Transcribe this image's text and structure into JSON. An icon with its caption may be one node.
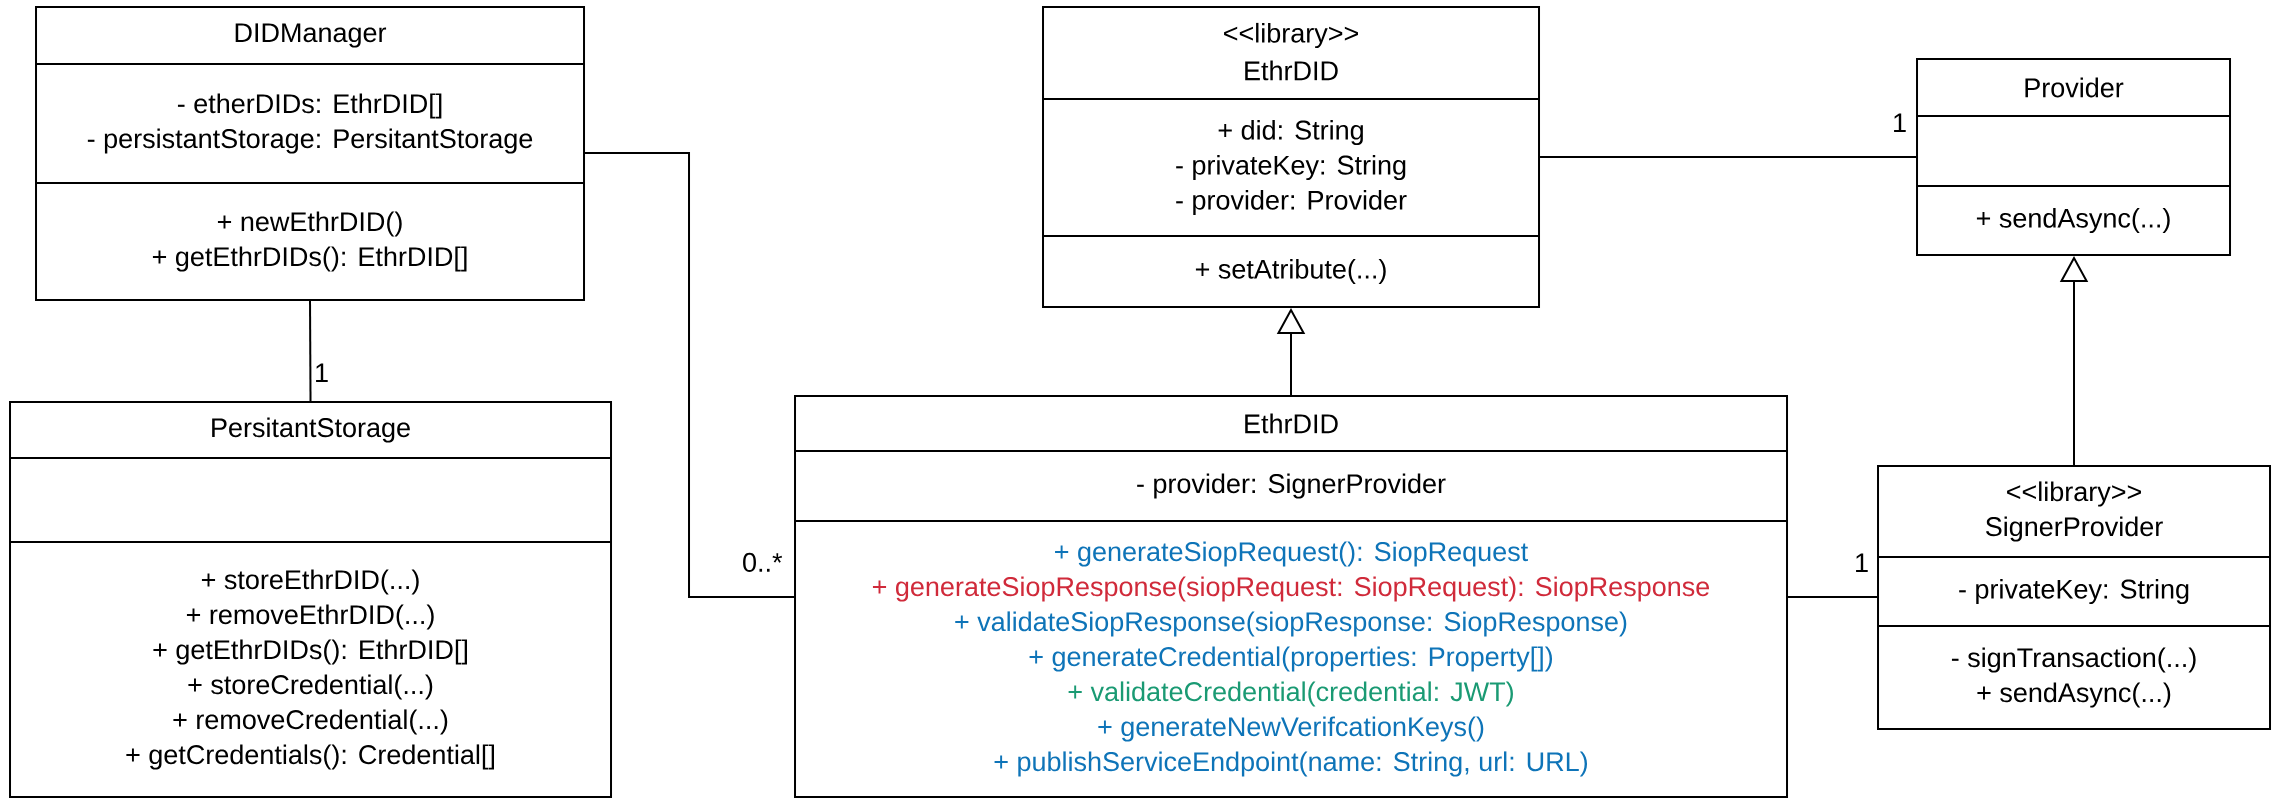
{
  "diagram": {
    "nodes": [
      {
        "text": [
          "DIDManager",
          "- etherDIDs: EthrDID[]",
          "- persistantStorage: PersitantStorage",
          "+ newEthrDID()",
          "+ getEthrDIDs(): EthrDID[]"
        ]
      },
      {
        "text": [
          "<<library>>",
          "EthrDID",
          "+ did: String",
          "- privateKey: String",
          "- provider: Provider",
          "+ setAtribute(...)"
        ]
      },
      {
        "text": [
          "Provider",
          "+ sendAsync(...)"
        ]
      },
      {
        "text": [
          "PersitantStorage",
          "+ storeEthrDID(...)",
          "+ removeEthrDID(...)",
          "+ getEthrDIDs(): EthrDID[]",
          "+ storeCredential(...)",
          "+ removeCredential(...)",
          "+ getCredentials(): Credential[]"
        ]
      },
      {
        "text": [
          "EthrDID",
          "- provider: SignerProvider",
          "+ generateSiopRequest(): SiopRequest",
          "+ generateSiopResponse(siopRequest: SiopRequest): SiopResponse",
          "+ validateSiopResponse(siopResponse: SiopResponse)",
          "+ generateCredential(properties: Property[])",
          "+ validateCredential(credential: JWT)",
          "+ generateNewVerifcationKeys()",
          "+ publishServiceEndpoint(name: String, url: URL)"
        ]
      },
      {
        "text": [
          "<<library>>",
          "SignerProvider",
          "- privateKey: String",
          "- signTransaction(...)",
          "+ sendAsync(...)"
        ]
      }
    ],
    "edges": [
      {
        "from": 0,
        "to": 3,
        "arrow": "none",
        "label": "1"
      },
      {
        "from": 0,
        "to": 4,
        "arrow": "none",
        "label": "0..*"
      },
      {
        "from": 1,
        "to": 2,
        "arrow": "none",
        "label": "1"
      },
      {
        "from": 4,
        "to": 1,
        "arrow": "to"
      },
      {
        "from": 5,
        "to": 2,
        "arrow": "to"
      },
      {
        "from": 4,
        "to": 5,
        "arrow": "none",
        "label": "1"
      }
    ]
  }
}
